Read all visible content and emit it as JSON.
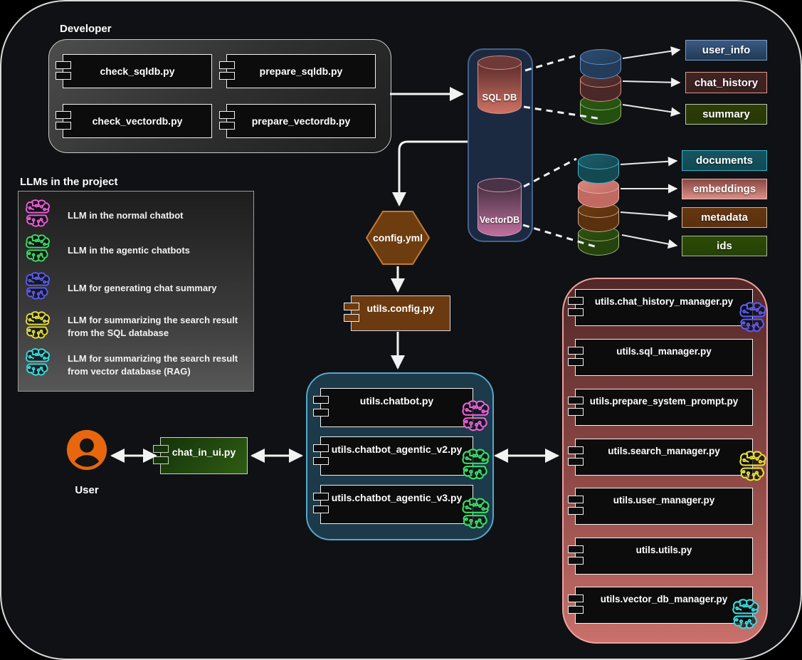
{
  "developer": {
    "title": "Developer",
    "components": [
      {
        "label": "check_sqldb.py"
      },
      {
        "label": "prepare_sqldb.py"
      },
      {
        "label": "check_vectordb.py"
      },
      {
        "label": "prepare_vectordb.py"
      }
    ]
  },
  "legend": {
    "title": "LLMs in the project",
    "items": [
      {
        "label": "LLM in the normal chatbot",
        "color": "#e95fd5"
      },
      {
        "label": "LLM in the agentic chatbots",
        "color": "#3bdc62"
      },
      {
        "label": "LLM for generating chat summary",
        "color": "#5b5bf2"
      },
      {
        "label": "LLM for summarizing the search result from the SQL database",
        "color": "#e6df37"
      },
      {
        "label": "LLM for summarizing the search result from vector database (RAG)",
        "color": "#38dcdc"
      }
    ]
  },
  "databases": {
    "sql": {
      "label": "SQL DB",
      "top": "#6e3a38",
      "body1": "#5a2c2c",
      "body2": "#cf7264",
      "rim": "#d98b7f"
    },
    "vector": {
      "label": "VectorDB",
      "top": "#4a3347",
      "body1": "#463040",
      "body2": "#bf6f9f",
      "rim": "#cf93b8"
    }
  },
  "sql_tables": [
    {
      "label": "user_info",
      "box_bg1": "#3c5a82",
      "box_bg2": "#1f3a57",
      "box_bd": "#7aa0cc",
      "disk_top": "#2d4d72",
      "disk_body": "#223c59",
      "disk_rim": "#6b8fc2"
    },
    {
      "label": "chat_history",
      "box_bg1": "#402424",
      "box_bg2": "#3a2020",
      "box_bd": "#e0968a",
      "disk_top": "#5d3434",
      "disk_body": "#4a2828",
      "disk_rim": "#d98d7f"
    },
    {
      "label": "summary",
      "box_bg1": "#2c3d07",
      "box_bg2": "#283806",
      "box_bd": "#b9c4ae",
      "disk_top": "#2f5712",
      "disk_body": "#24500f",
      "disk_rim": "#8fb573"
    }
  ],
  "vector_collections": [
    {
      "label": "documents",
      "box_bg1": "#155560",
      "box_bg2": "#124a54",
      "box_bd": "#37b3c9",
      "disk_top": "#1c5f6b",
      "disk_body": "#154952",
      "disk_rim": "#3fb3c4"
    },
    {
      "label": "embeddings",
      "box_bg1": "#8c4743",
      "box_bg2": "#d88f86",
      "box_bd": "#e8b8b0",
      "disk_top": "#d98880",
      "disk_body": "#c06a62",
      "disk_rim": "#e8b0a8"
    },
    {
      "label": "metadata",
      "box_bg1": "#653711",
      "box_bg2": "#5a300e",
      "box_bd": "#cdb49c",
      "disk_top": "#6e3d12",
      "disk_body": "#5a300e",
      "disk_rim": "#caa88f"
    },
    {
      "label": "ids",
      "box_bg1": "#2c4a07",
      "box_bg2": "#264106",
      "box_bd": "#a9bb95",
      "disk_top": "#2f5310",
      "disk_body": "#26430d",
      "disk_rim": "#9ab380"
    }
  ],
  "config": {
    "file_label": "config.yml",
    "module_label": "utils.config.py",
    "hex_fill": "#6d3d0f",
    "hex_border": "#c07b35",
    "module_bg": "#6b3a10"
  },
  "chatbot_box": {
    "components": [
      {
        "label": "utils.chatbot.py"
      },
      {
        "label": "utils.chatbot_agentic_v2.py"
      },
      {
        "label": "utils.chatbot_agentic_v3.py"
      }
    ],
    "border": "#55a8cb",
    "bg": "#1c3a4a"
  },
  "utils_box": {
    "components": [
      {
        "label": "utils.chat_history_manager.py"
      },
      {
        "label": "utils.sql_manager.py"
      },
      {
        "label": "utils.prepare_system_prompt.py"
      },
      {
        "label": "utils.search_manager.py"
      },
      {
        "label": "utils.user_manager.py"
      },
      {
        "label": "utils.utils.py"
      },
      {
        "label": "utils.vector_db_manager.py"
      }
    ],
    "border": "#eba2a2"
  },
  "user": {
    "label": "User",
    "avatar_color": "#e8670e"
  },
  "ui": {
    "label": "chat_in_ui.py",
    "bg1": "#15330a",
    "bg2": "#2e5d13"
  },
  "palette": {
    "connector": "#f2f2f2",
    "brain": {
      "pink": "#e95fd5",
      "green": "#3bdc62",
      "indigo": "#5b5bf2",
      "yellow": "#e6df37",
      "cyan": "#38dcdc"
    }
  }
}
